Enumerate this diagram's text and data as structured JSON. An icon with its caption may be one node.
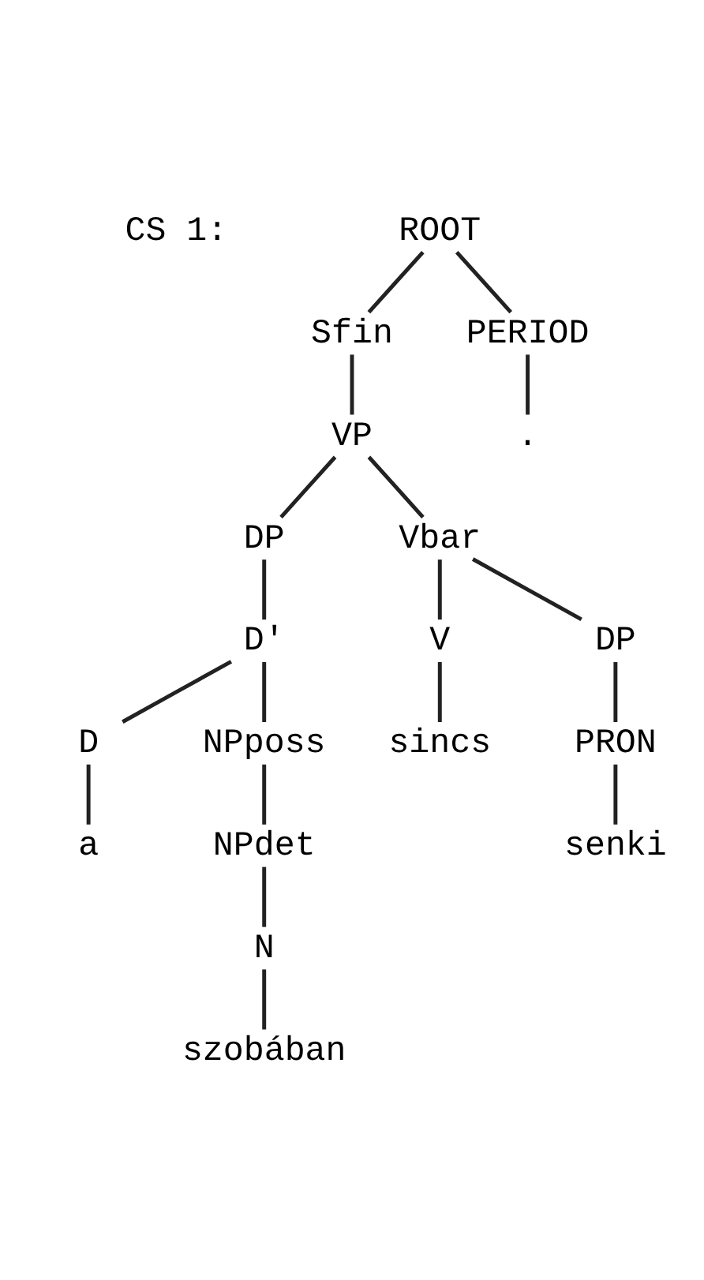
{
  "diagram": {
    "nodes": [
      {
        "text": [
          "ROOT"
        ]
      },
      {
        "text": [
          "Sfin"
        ]
      },
      {
        "text": [
          "PERIOD"
        ]
      },
      {
        "text": [
          "VP"
        ]
      },
      {
        "text": [
          "."
        ]
      },
      {
        "text": [
          "DP"
        ]
      },
      {
        "text": [
          "Vbar"
        ]
      },
      {
        "text": [
          "D'"
        ]
      },
      {
        "text": [
          "V"
        ]
      },
      {
        "text": [
          "DP"
        ]
      },
      {
        "text": [
          "D"
        ]
      },
      {
        "text": [
          "NPposs"
        ]
      },
      {
        "text": [
          "sincs"
        ]
      },
      {
        "text": [
          "PRON"
        ]
      },
      {
        "text": [
          "a"
        ]
      },
      {
        "text": [
          "NPdet"
        ]
      },
      {
        "text": [
          "senki"
        ]
      },
      {
        "text": [
          "N"
        ]
      },
      {
        "text": [
          "szobában"
        ]
      }
    ],
    "edges": [
      {
        "from": 0,
        "to": 1,
        "arrow": "none"
      },
      {
        "from": 0,
        "to": 2,
        "arrow": "none"
      },
      {
        "from": 1,
        "to": 3,
        "arrow": "none"
      },
      {
        "from": 2,
        "to": 4,
        "arrow": "none"
      },
      {
        "from": 3,
        "to": 5,
        "arrow": "none"
      },
      {
        "from": 3,
        "to": 6,
        "arrow": "none"
      },
      {
        "from": 5,
        "to": 7,
        "arrow": "none"
      },
      {
        "from": 6,
        "to": 8,
        "arrow": "none"
      },
      {
        "from": 6,
        "to": 9,
        "arrow": "none"
      },
      {
        "from": 7,
        "to": 10,
        "arrow": "none"
      },
      {
        "from": 7,
        "to": 11,
        "arrow": "none"
      },
      {
        "from": 8,
        "to": 12,
        "arrow": "none"
      },
      {
        "from": 9,
        "to": 13,
        "arrow": "none"
      },
      {
        "from": 10,
        "to": 14,
        "arrow": "none"
      },
      {
        "from": 11,
        "to": 15,
        "arrow": "none"
      },
      {
        "from": 13,
        "to": 16,
        "arrow": "none"
      },
      {
        "from": 15,
        "to": 17,
        "arrow": "none"
      },
      {
        "from": 17,
        "to": 18,
        "arrow": "none"
      }
    ],
    "labels": [
      "CS 1:"
    ]
  }
}
